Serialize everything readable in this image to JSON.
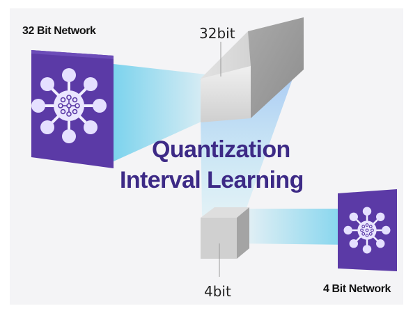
{
  "diagram": {
    "title_line1": "Quantization",
    "title_line2": "Interval Learning",
    "title_color": "#3d2a86",
    "network_32_label": "32 Bit Network",
    "network_4_label": "4 Bit Network",
    "bits_32_label": "32bit",
    "bits_4_label": "4bit",
    "network_box_color": "#5b3aa6",
    "beam_color": "#5fd0ee",
    "icons": [
      "neural-network-icon",
      "neural-network-icon"
    ]
  }
}
